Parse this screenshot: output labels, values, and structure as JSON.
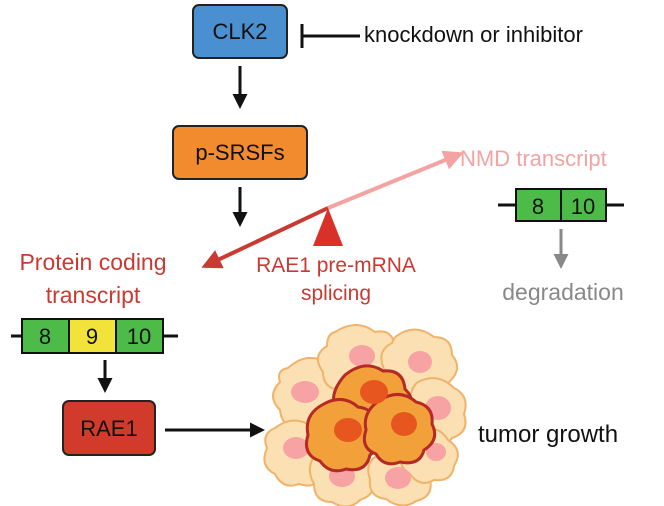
{
  "nodes": {
    "clk2": "CLK2",
    "psrsfs": "p-SRSFs",
    "rae1": "RAE1"
  },
  "labels": {
    "inhibitor": "knockdown or inhibitor",
    "nmd_transcript": "NMD transcript",
    "protein_coding_line1": "Protein coding",
    "protein_coding_line2": "transcript",
    "splicing_line1": "RAE1 pre-mRNA",
    "splicing_line2": "splicing",
    "degradation": "degradation",
    "tumor_growth": "tumor growth"
  },
  "exons_protein": [
    "8",
    "9",
    "10"
  ],
  "exons_nmd": [
    "8",
    "10"
  ],
  "colors": {
    "clk2_fill": "#4a90d0",
    "psrsfs_fill": "#f28a2e",
    "rae1_fill": "#d23b2c",
    "exon_green": "#4cbb47",
    "exon_yellow": "#f2e33a",
    "red_text": "#c93a32",
    "pink_text": "#f4a3a3",
    "gray_text": "#888888"
  }
}
